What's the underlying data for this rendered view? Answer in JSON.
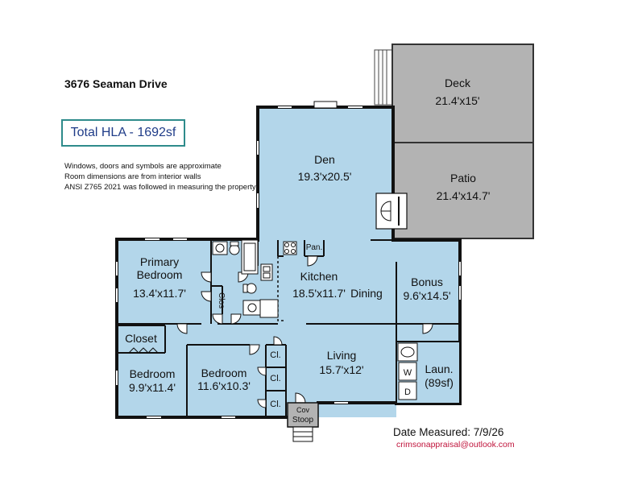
{
  "header": {
    "address": "3676 Seaman Drive",
    "total_hla": "Total HLA - 1692sf",
    "notes": [
      "Windows, doors and symbols are approximate",
      "Room dimensions are from interior walls",
      "ANSI Z765 2021 was followed in measuring the property"
    ]
  },
  "rooms": {
    "deck": {
      "name": "Deck",
      "dims": "21.4'x15'"
    },
    "patio": {
      "name": "Patio",
      "dims": "21.4'x14.7'"
    },
    "den": {
      "name": "Den",
      "dims": "19.3'x20.5'"
    },
    "primary_bedroom": {
      "name_line1": "Primary",
      "name_line2": "Bedroom",
      "dims": "13.4'x11.7'"
    },
    "closet_primary": {
      "name": "Clos"
    },
    "pantry": {
      "name": "Pan."
    },
    "kitchen": {
      "name": "Kitchen",
      "dims": "18.5'x11.7'"
    },
    "dining": {
      "name": "Dining"
    },
    "bonus": {
      "name": "Bonus",
      "dims": "9.6'x14.5'"
    },
    "closet": {
      "name": "Closet"
    },
    "bedroom_left": {
      "name": "Bedroom",
      "dims": "9.9'x11.4'"
    },
    "bedroom_mid": {
      "name": "Bedroom",
      "dims": "11.6'x10.3'"
    },
    "closet_1": {
      "name": "Cl."
    },
    "closet_2": {
      "name": "Cl."
    },
    "closet_3": {
      "name": "Cl."
    },
    "living": {
      "name": "Living",
      "dims": "15.7'x12'"
    },
    "laundry": {
      "name": "Laun.",
      "dims": "(89sf)"
    },
    "washer_label": "W",
    "dryer_label": "D",
    "stoop": {
      "line1": "Cov",
      "line2": "Stoop"
    }
  },
  "footer": {
    "date_measured": "Date Measured: 7/9/26",
    "email": "crimsonappraisal@outlook.com"
  },
  "colors": {
    "room_fill": "#b3d6ea",
    "exterior_fill": "#b3b3b3",
    "wall": "#111111",
    "email": "#c0143c",
    "hla_text": "#1f3c88",
    "hla_border": "#2e8b8b"
  }
}
